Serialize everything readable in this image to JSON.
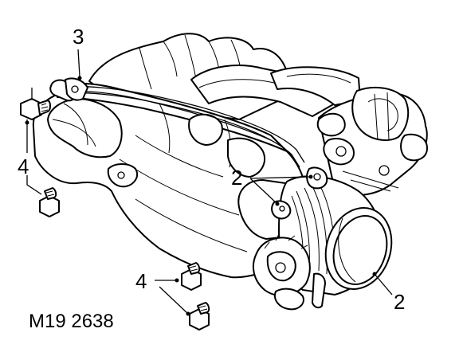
{
  "callouts": {
    "gasket": "3",
    "bolts_upper": "4",
    "throttle_body_upper": "2",
    "throttle_body_lower": "2",
    "bolts_lower": "4"
  },
  "figure_code": "M19 2638"
}
